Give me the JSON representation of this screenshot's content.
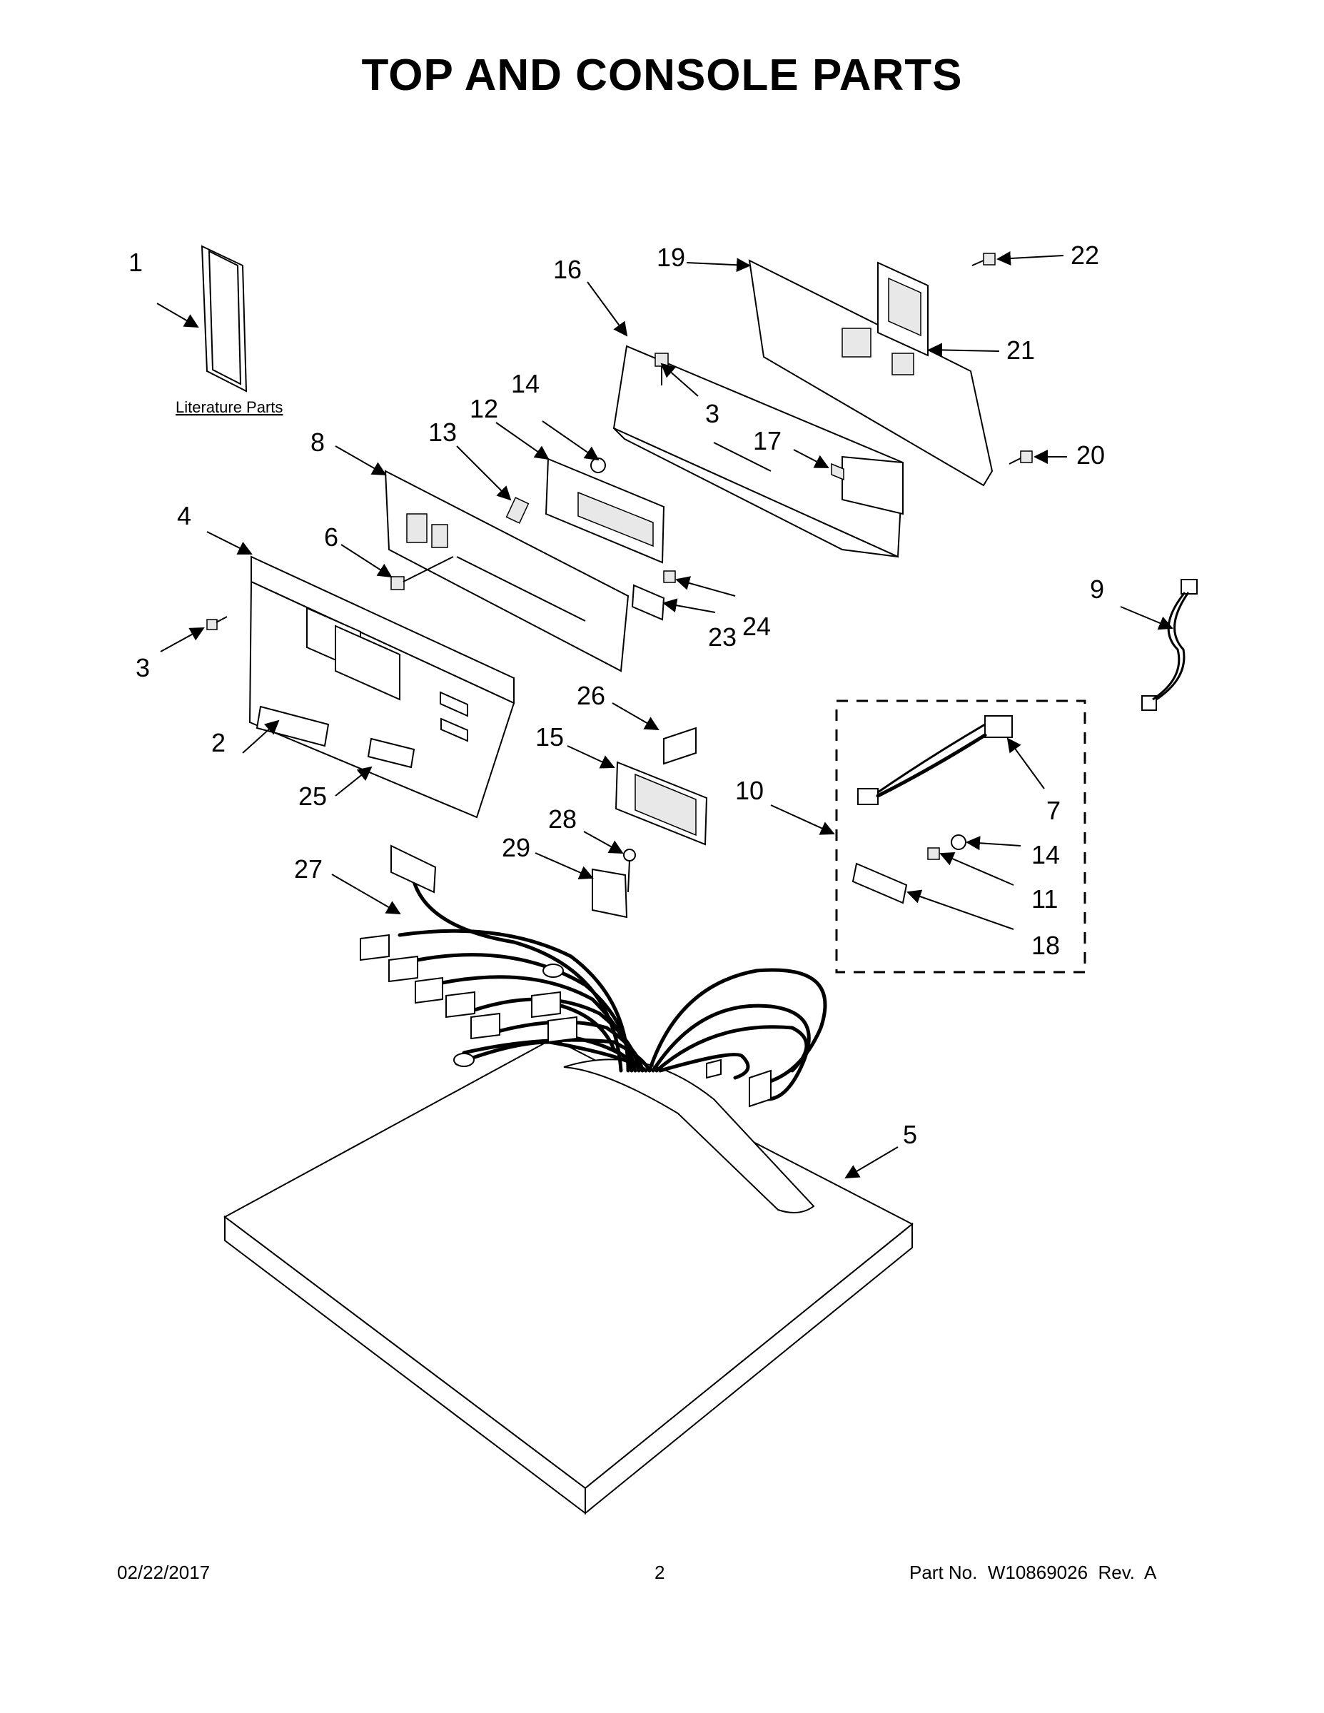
{
  "header": {
    "title": "TOP AND CONSOLE PARTS"
  },
  "literature_label": "Literature Parts",
  "callouts": {
    "c1": "1",
    "c2": "2",
    "c3a": "3",
    "c3b": "3",
    "c4": "4",
    "c5": "5",
    "c6": "6",
    "c7": "7",
    "c8": "8",
    "c9": "9",
    "c10": "10",
    "c11": "11",
    "c12": "12",
    "c13": "13",
    "c14a": "14",
    "c14b": "14",
    "c15": "15",
    "c16": "16",
    "c17": "17",
    "c18": "18",
    "c19": "19",
    "c20": "20",
    "c21": "21",
    "c22": "22",
    "c23": "23",
    "c24": "24",
    "c25": "25",
    "c26": "26",
    "c27": "27",
    "c28": "28",
    "c29": "29"
  },
  "footer": {
    "date": "02/22/2017",
    "page": "2",
    "part_no": "Part No.  W10869026  Rev.  A"
  }
}
